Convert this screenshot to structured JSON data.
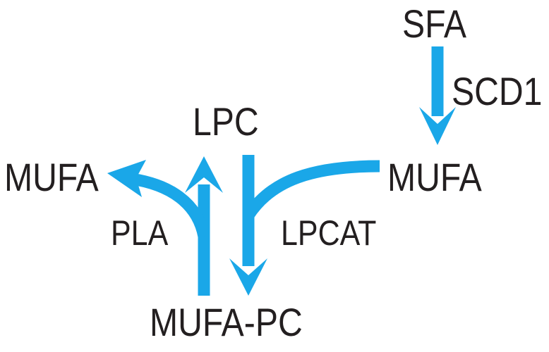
{
  "diagram": {
    "arrow_color": "#1aa7e8",
    "text_color": "#231f20",
    "nodes": {
      "sfa": "SFA",
      "mufa_right": "MUFA",
      "lpc": "LPC",
      "mufa_left": "MUFA",
      "mufa_pc": "MUFA-PC"
    },
    "enzymes": {
      "scd1": "SCD1",
      "pla": "PLA",
      "lpcat": "LPCAT"
    },
    "edges": [
      {
        "from": "SFA",
        "to": "MUFA",
        "enzyme": "SCD1"
      },
      {
        "from": "MUFA",
        "to": "MUFA-PC",
        "enzyme": "LPCAT"
      },
      {
        "from": "LPC",
        "to": "MUFA-PC",
        "enzyme": "LPCAT"
      },
      {
        "from": "MUFA-PC",
        "to": "LPC",
        "enzyme": "PLA"
      },
      {
        "from": "MUFA-PC",
        "to": "MUFA",
        "enzyme": "PLA"
      }
    ]
  }
}
